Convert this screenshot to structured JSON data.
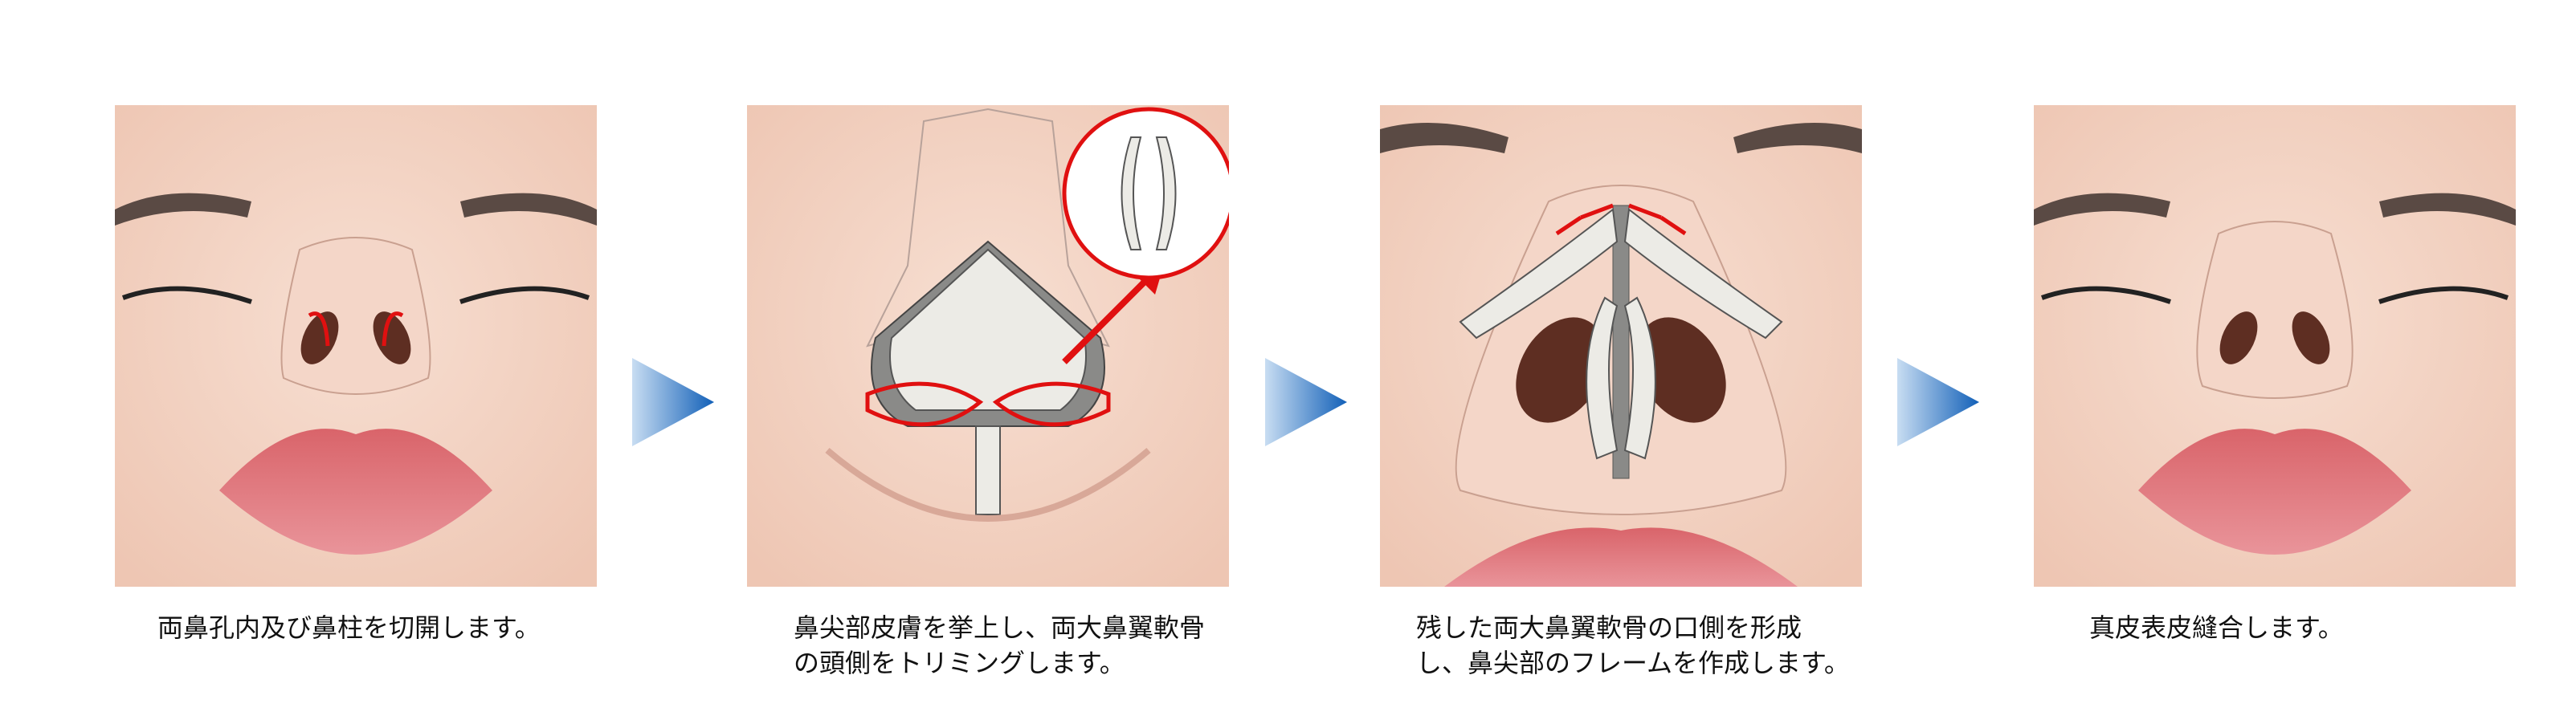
{
  "steps": [
    {
      "caption_lines": [
        "両鼻孔内及び鼻柱を切開します。"
      ]
    },
    {
      "caption_lines": [
        "鼻尖部皮膚を挙上し、両大鼻翼軟骨",
        "の頭側をトリミングします。"
      ]
    },
    {
      "caption_lines": [
        "残した両大鼻翼軟骨の口側を形成",
        "し、鼻尖部のフレームを作成します。"
      ]
    },
    {
      "caption_lines": [
        "真皮表皮縫合します。"
      ]
    }
  ],
  "colors": {
    "skin": "#f2d3c3",
    "incision": "#e01010",
    "arrow": "#1f6fc0",
    "cartilage": "#ecebe6"
  }
}
